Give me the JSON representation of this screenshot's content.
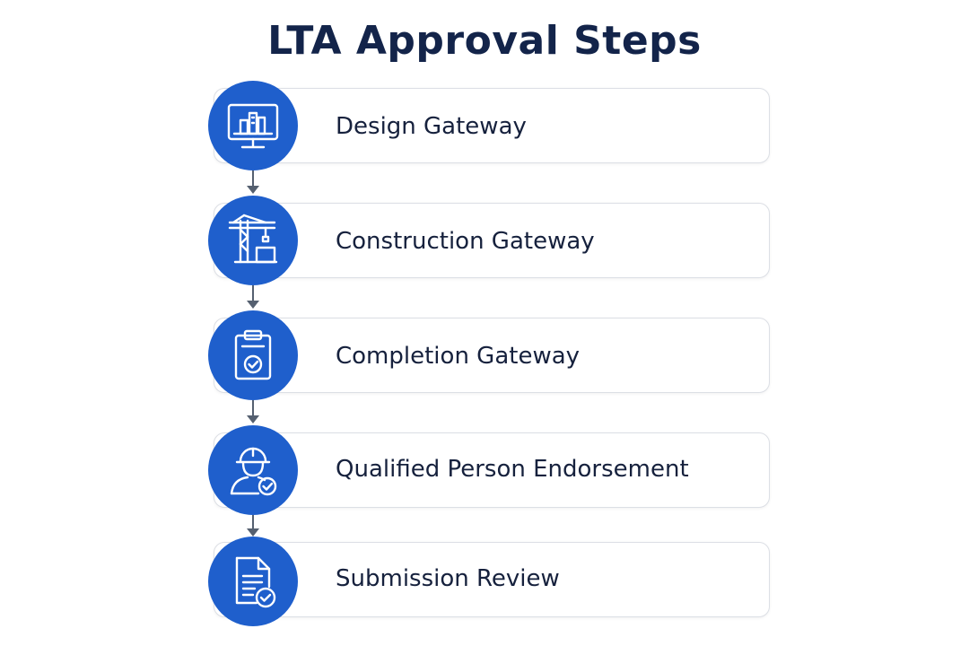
{
  "title": "LTA Approval Steps",
  "colors": {
    "accent": "#1f5fcc",
    "title": "#13244a",
    "text": "#16213d",
    "border": "#dcdfe5",
    "arrow": "#556070"
  },
  "steps": [
    {
      "label": "Design Gateway",
      "icon": "computer-building-icon"
    },
    {
      "label": "Construction Gateway",
      "icon": "crane-icon"
    },
    {
      "label": "Completion Gateway",
      "icon": "clipboard-check-icon"
    },
    {
      "label": "Qualified Person Endorsement",
      "icon": "engineer-check-icon"
    },
    {
      "label": "Submission Review",
      "icon": "document-check-icon"
    }
  ]
}
